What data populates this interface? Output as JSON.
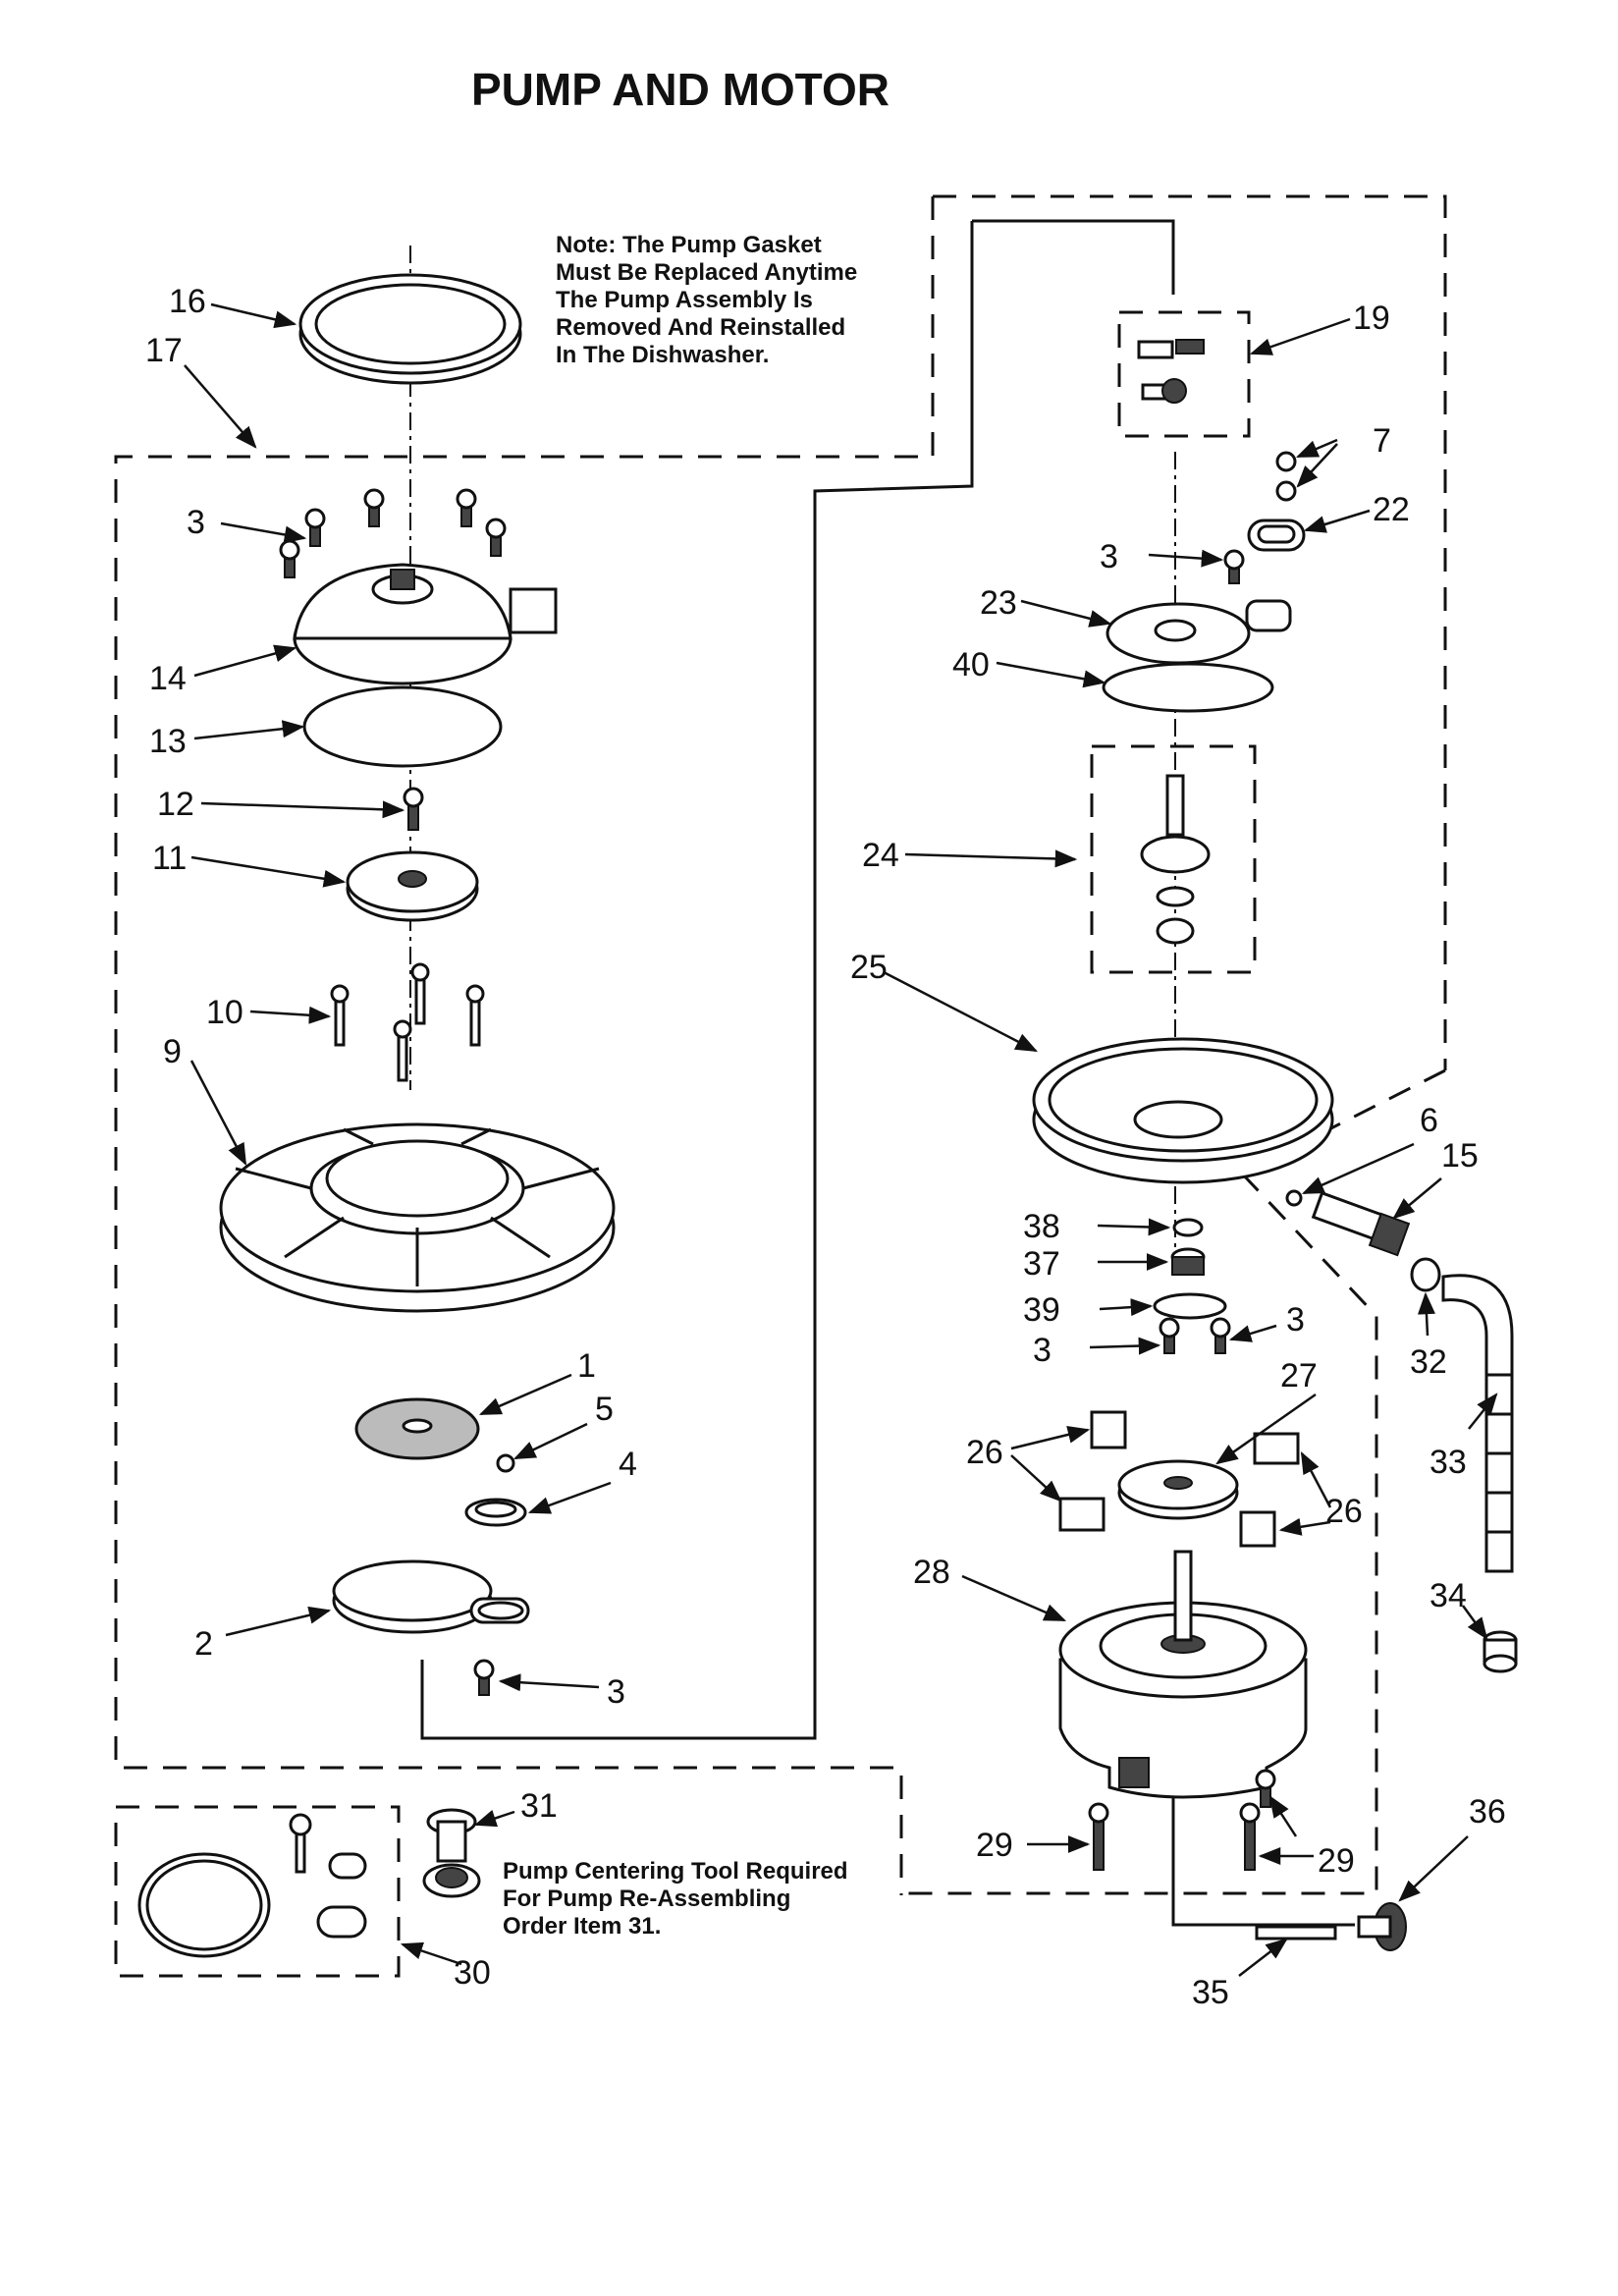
{
  "title": "PUMP AND MOTOR",
  "notes": {
    "gasket_note": [
      "Note: The Pump Gasket",
      "Must Be Replaced Anytime",
      "The Pump Assembly Is",
      "Removed And Reinstalled",
      "In The Dishwasher."
    ],
    "tool_note": [
      "Pump Centering Tool Required",
      "For Pump Re-Assembling",
      "Order Item 31."
    ]
  },
  "callouts": [
    "16",
    "17",
    "3",
    "14",
    "13",
    "12",
    "11",
    "10",
    "9",
    "1",
    "5",
    "4",
    "2",
    "3",
    "19",
    "7",
    "22",
    "3",
    "23",
    "40",
    "24",
    "25",
    "6",
    "15",
    "38",
    "37",
    "39",
    "3",
    "3",
    "27",
    "26",
    "26",
    "26",
    "28",
    "32",
    "33",
    "34",
    "29",
    "29",
    "36",
    "35",
    "31",
    "30"
  ]
}
